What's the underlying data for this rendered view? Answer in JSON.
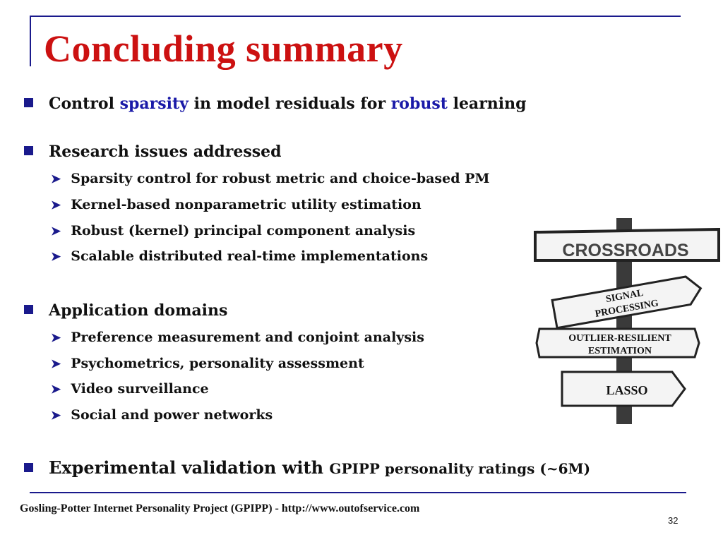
{
  "title": "Concluding summary",
  "bullets": {
    "b1": {
      "part1": "Control ",
      "hl1": "sparsity",
      "part2": " in model residuals for ",
      "hl2": "robust",
      "part3": " learning"
    },
    "b2": {
      "label": "Research issues addressed",
      "items": [
        "Sparsity control for robust metric and choice-based PM",
        "Kernel-based nonparametric utility estimation",
        "Robust (kernel) principal component analysis",
        "Scalable distributed real-time implementations"
      ]
    },
    "b3": {
      "label": "Application domains",
      "items": [
        "Preference measurement and conjoint analysis",
        "Psychometrics, personality assessment",
        "Video surveillance",
        "Social and power networks"
      ]
    },
    "b4": {
      "part1": "Experimental validation with ",
      "part2": "GPIPP personality ratings (~6M)"
    }
  },
  "signpost": {
    "sign1": "CROSSROADS",
    "sign2_line1": "SIGNAL",
    "sign2_line2": "PROCESSING",
    "sign3_line1": "OUTLIER-RESILIENT",
    "sign3_line2": "ESTIMATION",
    "sign4": "LASSO"
  },
  "footer": "Gosling-Potter Internet Personality Project (GPIPP) - http://www.outofservice.com",
  "page_number": "32",
  "colors": {
    "title": "#cc1111",
    "accent": "#1a1a8c",
    "highlight": "#1a1aa8"
  }
}
